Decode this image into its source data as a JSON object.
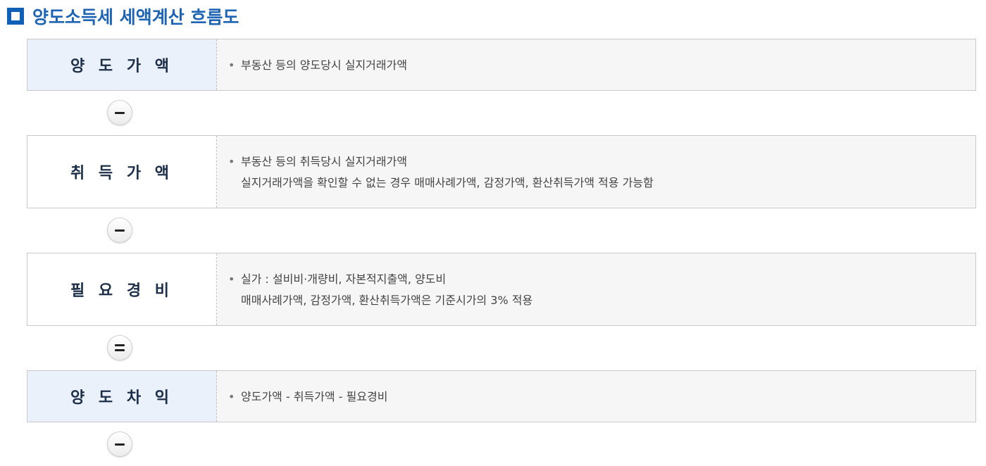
{
  "title": "양도소득세 세액계산 흐름도",
  "steps": [
    {
      "label": "양 도 가 액",
      "lines": [
        "부동산 등의 양도당시 실지거래가액"
      ]
    },
    {
      "label": "취 득 가 액",
      "lines": [
        "부동산 등의 취득당시 실지거래가액",
        "실지거래가액을 확인할 수 없는 경우 매매사례가액, 감정가액, 환산취득가액 적용 가능함"
      ]
    },
    {
      "label": "필 요 경 비",
      "lines": [
        "실가 : 설비비·개량비, 자본적지출액, 양도비",
        "매매사례가액, 감정가액, 환산취득가액은 기준시가의 3% 적용"
      ]
    },
    {
      "label": "양 도 차 익",
      "lines": [
        "양도가액 - 취득가액 - 필요경비"
      ]
    }
  ],
  "operators": [
    "minus",
    "minus",
    "equals",
    "minus"
  ],
  "bullet": "•",
  "colors": {
    "title": "#1e64b4",
    "icon": "#1160b8",
    "label_blue_bg": "#eaf1fa",
    "label_text": "#1c2e48"
  }
}
